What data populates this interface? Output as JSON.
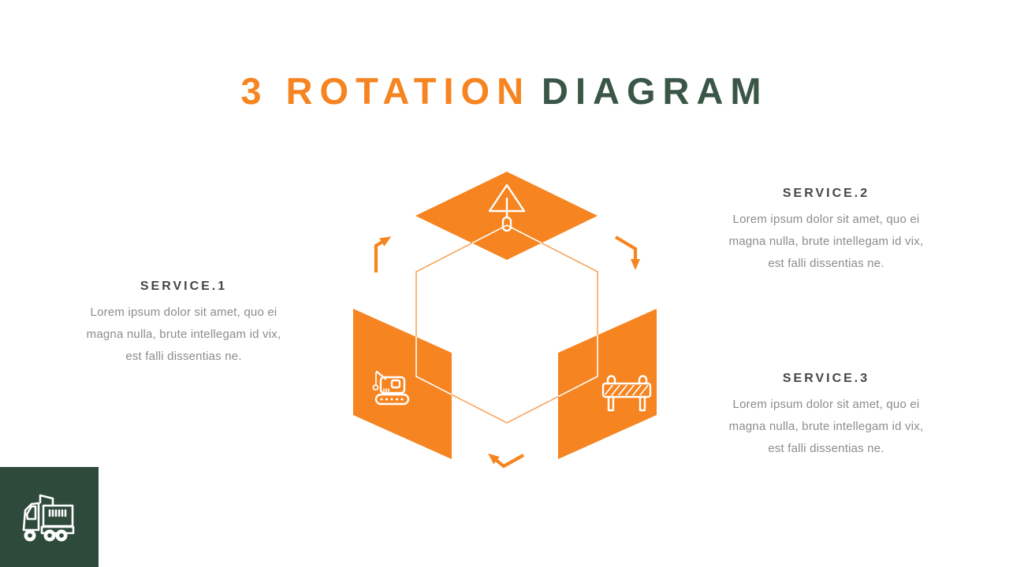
{
  "slide": {
    "title": {
      "part1": "3 ROTATION",
      "part2": "DIAGRAM"
    },
    "services": [
      {
        "name": "SERVICE.1",
        "lines": [
          "Lorem ipsum dolor sit amet, quo ei",
          "magna nulla, brute intellegam id vix,",
          "est falli dissentias ne."
        ]
      },
      {
        "name": "SERVICE.2",
        "lines": [
          "Lorem ipsum dolor sit amet, quo ei",
          "magna nulla, brute intellegam id vix,",
          "est falli dissentias ne."
        ]
      },
      {
        "name": "SERVICE.3",
        "lines": [
          "Lorem ipsum dolor sit amet, quo ei",
          "magna nulla, brute intellegam id vix,",
          "est falli dissentias ne."
        ]
      }
    ],
    "diagram": {
      "shape_icons": [
        "trowel-icon",
        "excavator-icon",
        "barrier-icon"
      ],
      "arrow_count": 3,
      "hexagon_outline": true
    },
    "logo_icon": "dump-truck-icon"
  },
  "theme": {
    "orange": "#F68420",
    "orange-light": "#F8A55C",
    "green-title": "#3A5646",
    "green-dark": "#2D4A3A",
    "heading": "#454545",
    "body": "#8C8C8C"
  }
}
